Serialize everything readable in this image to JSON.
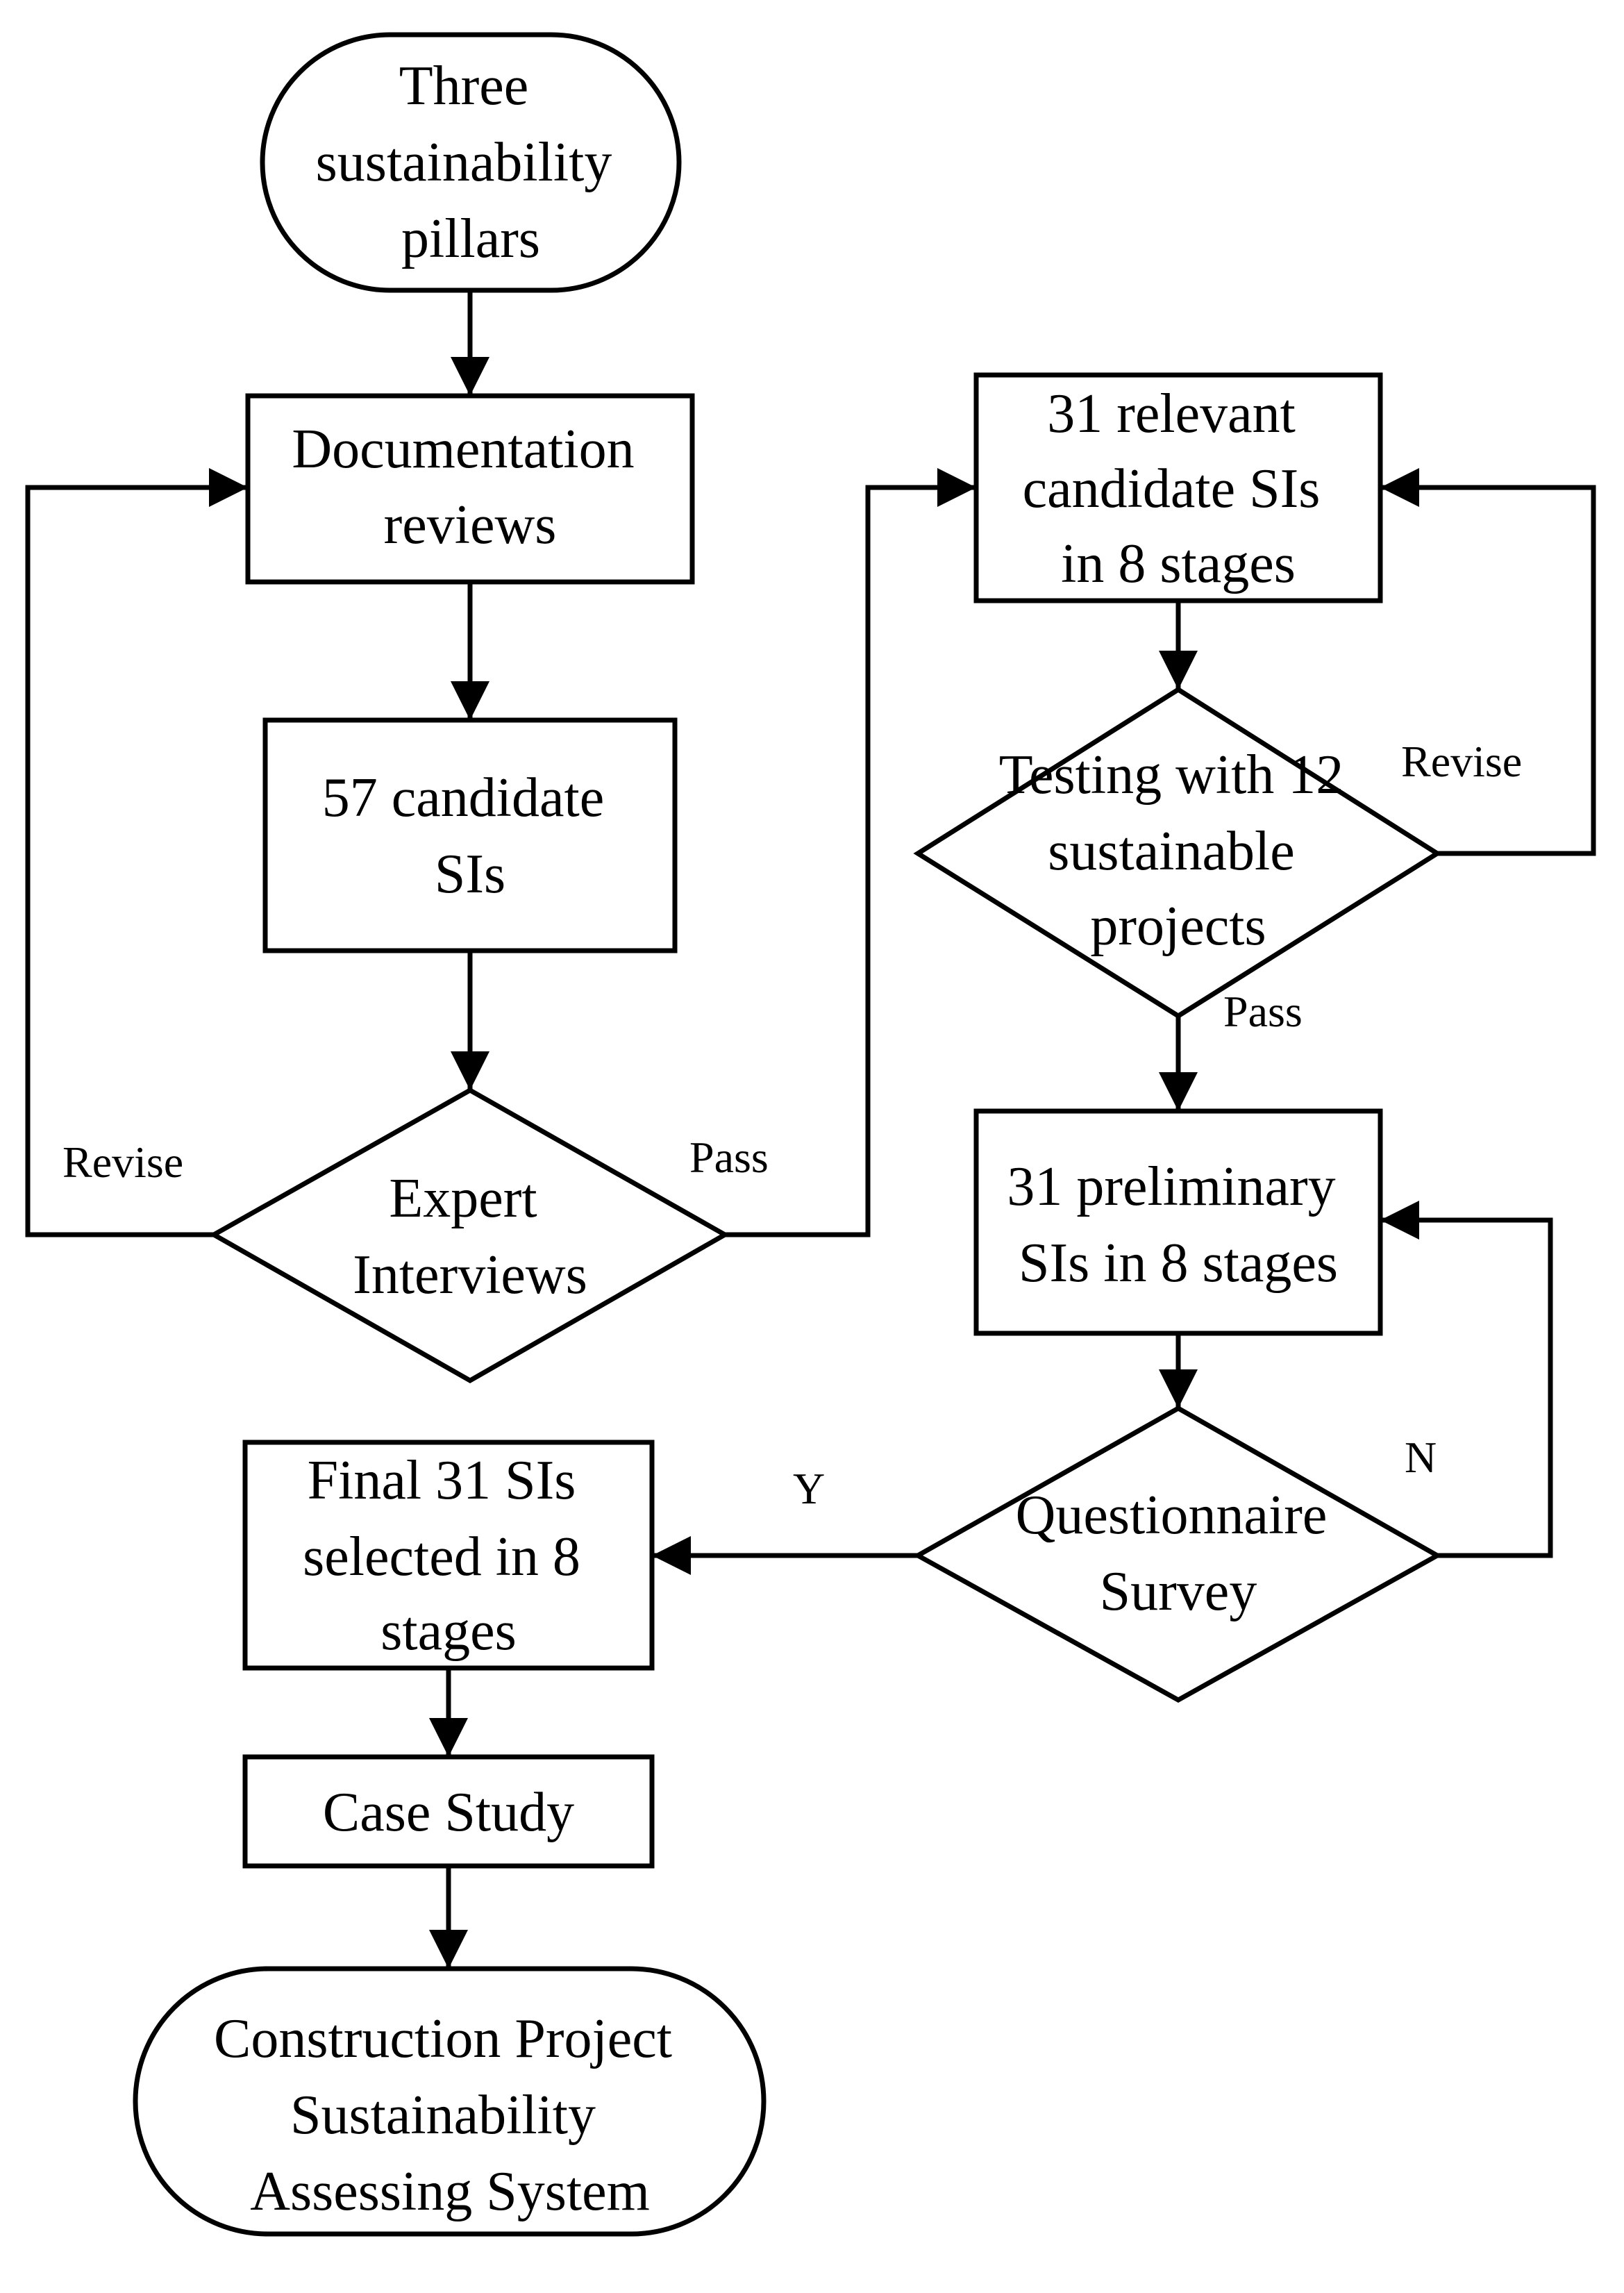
{
  "diagram": {
    "nodes": {
      "start": {
        "lines": [
          "Three",
          "sustainability",
          "pillars"
        ]
      },
      "doc_reviews": {
        "lines": [
          "Documentation",
          "reviews"
        ]
      },
      "candidate_57": {
        "lines": [
          "57 candidate",
          "SIs"
        ]
      },
      "expert_interviews": {
        "lines": [
          "Expert",
          "Interviews"
        ]
      },
      "relevant_31": {
        "lines": [
          "31 relevant",
          "candidate SIs",
          "in 8 stages"
        ]
      },
      "testing": {
        "lines": [
          "Testing with 12",
          "sustainable",
          "projects"
        ]
      },
      "preliminary_31": {
        "lines": [
          "31 preliminary",
          "SIs in 8 stages"
        ]
      },
      "questionnaire": {
        "lines": [
          "Questionnaire",
          "Survey"
        ]
      },
      "final_31": {
        "lines": [
          "Final 31 SIs",
          "selected in 8",
          "stages"
        ]
      },
      "case_study": {
        "lines": [
          "Case Study"
        ]
      },
      "end": {
        "lines": [
          "Construction Project",
          "Sustainability",
          "Assessing System"
        ]
      }
    },
    "edge_labels": {
      "revise_left": "Revise",
      "pass_expert": "Pass",
      "revise_right": "Revise",
      "pass_testing": "Pass",
      "yes": "Y",
      "no": "N"
    }
  }
}
